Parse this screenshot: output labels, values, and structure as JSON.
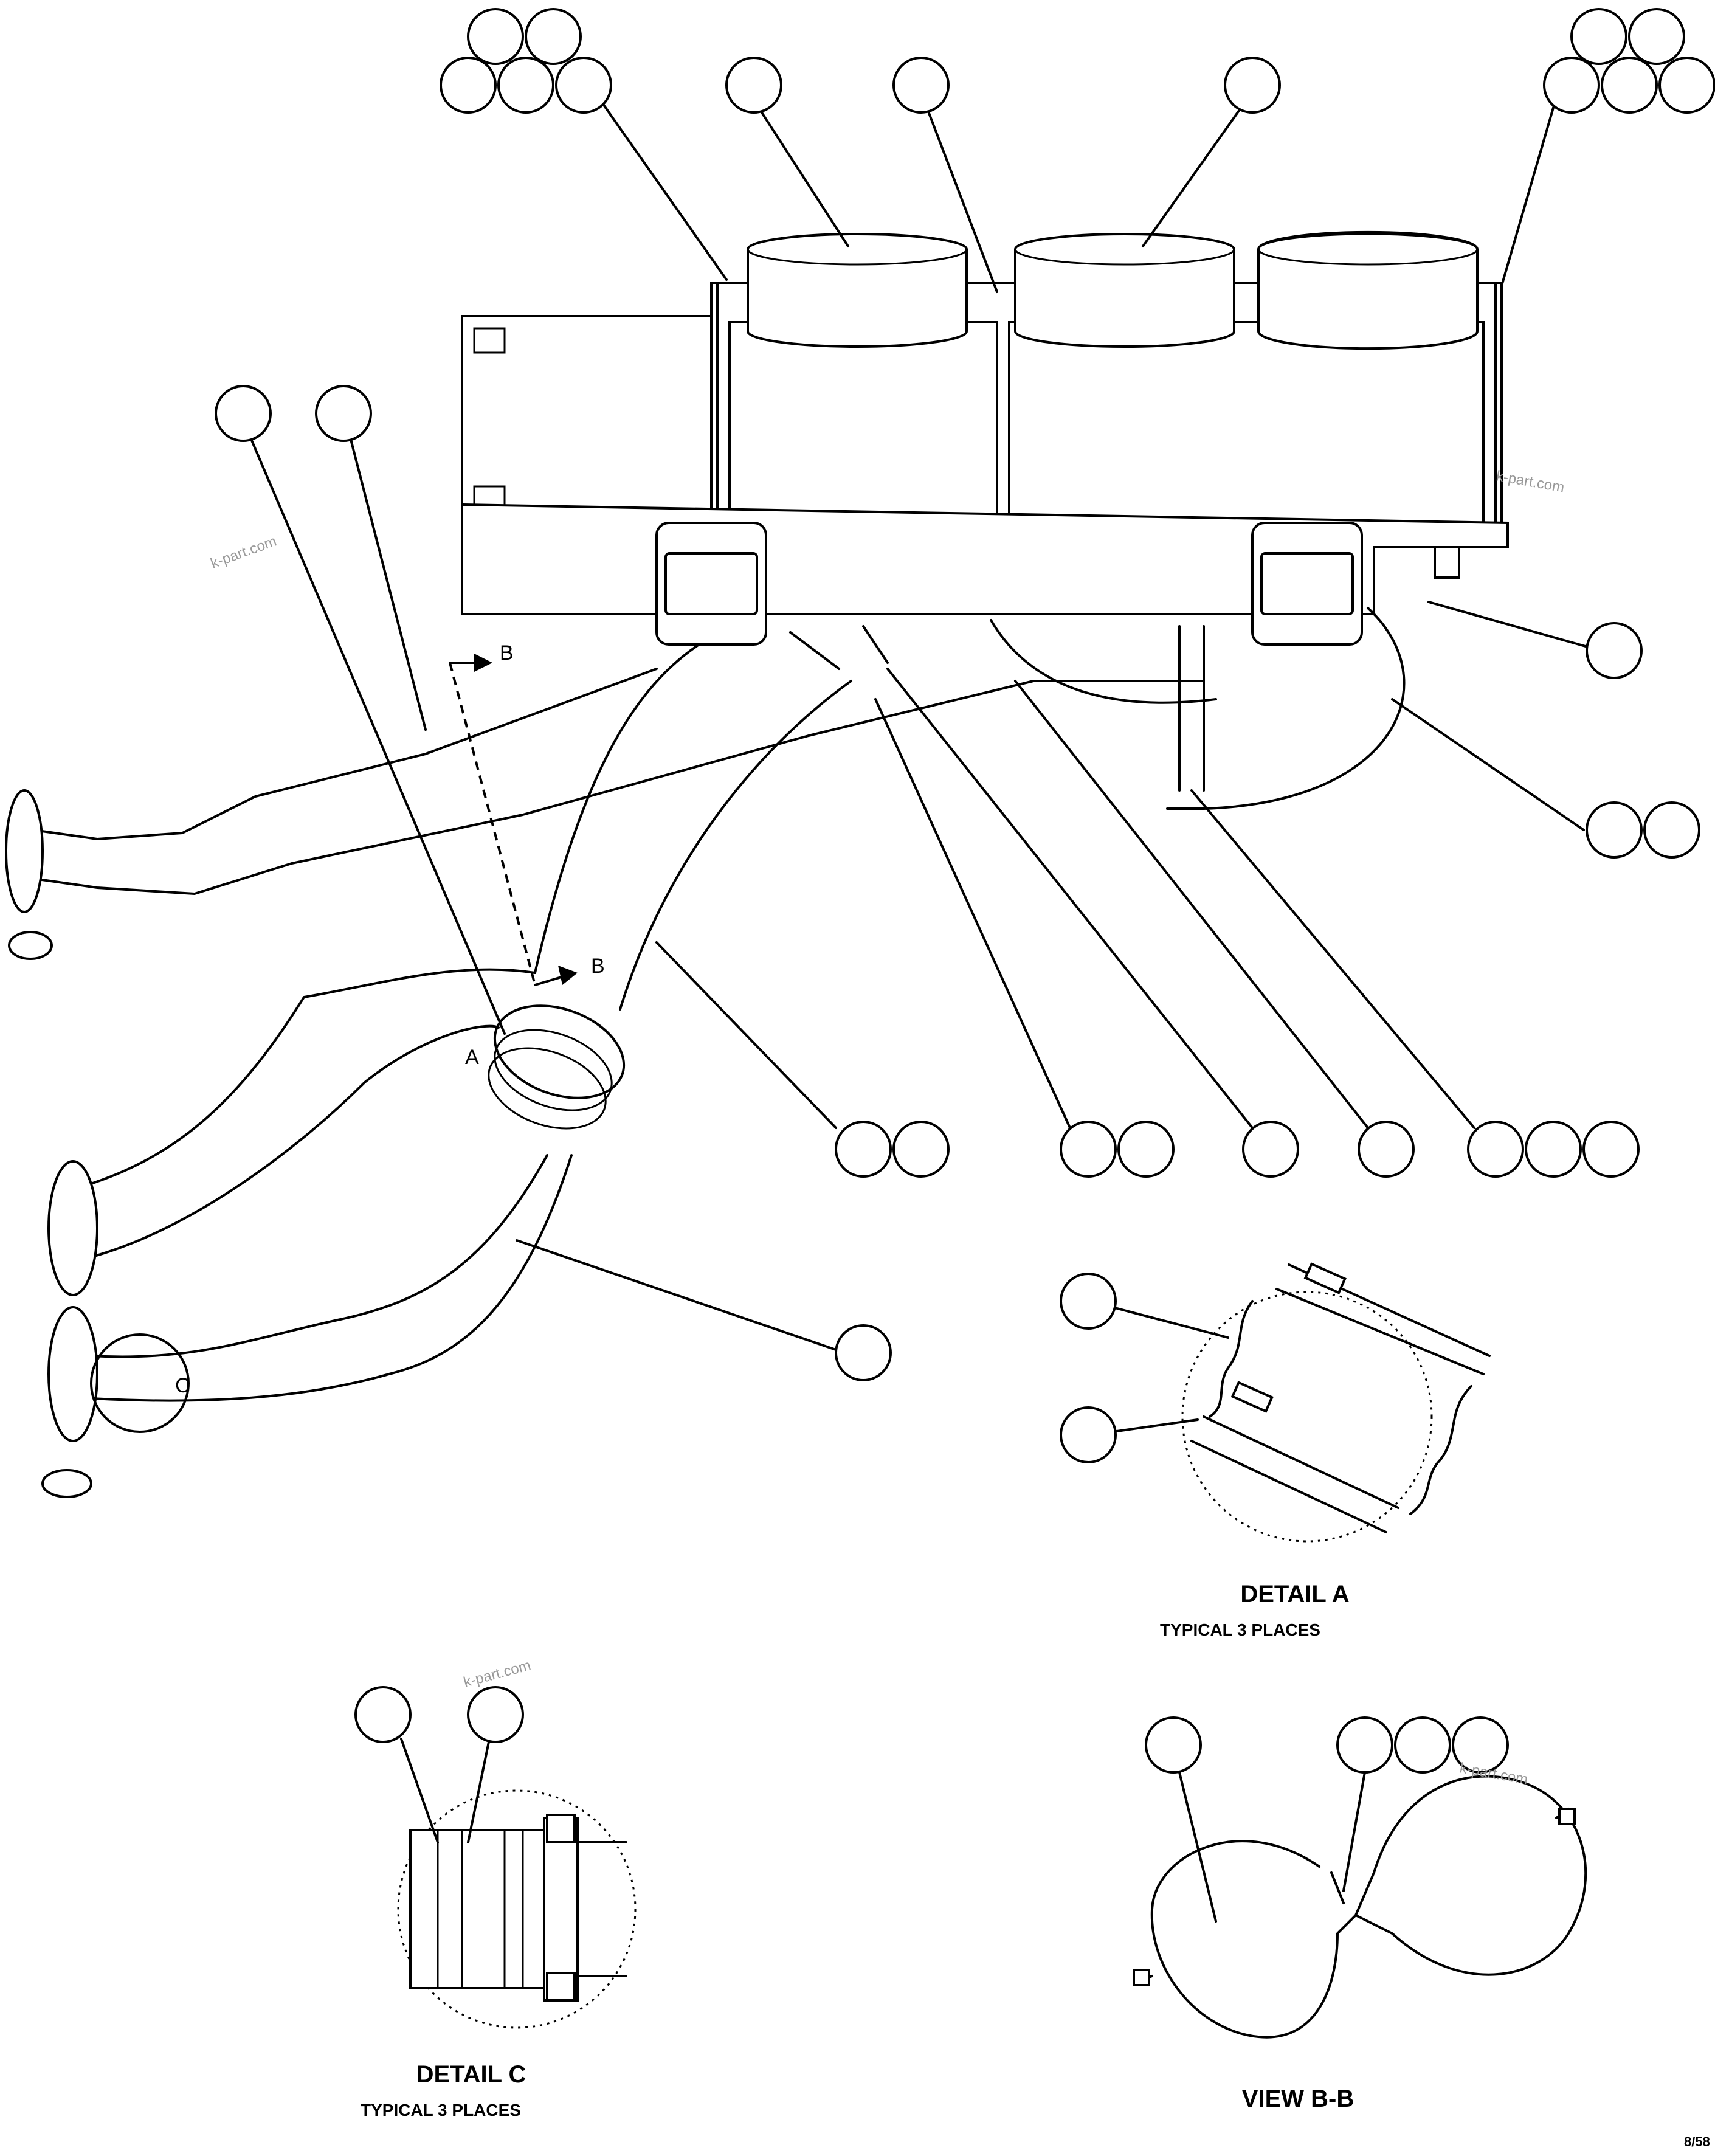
{
  "captions": {
    "detail_a": "DETAIL A",
    "detail_a_sub": "TYPICAL 3 PLACES",
    "detail_c": "DETAIL C",
    "detail_c_sub": "TYPICAL 3 PLACES",
    "view_bb": "VIEW B-B"
  },
  "section_labels": {
    "b_top": "B",
    "b_bottom": "B",
    "a": "A",
    "c": "C"
  },
  "watermarks": [
    "k-part.com",
    "k-part.com",
    "k-part.com",
    "k-part.com"
  ],
  "sheet_id": "8/58"
}
